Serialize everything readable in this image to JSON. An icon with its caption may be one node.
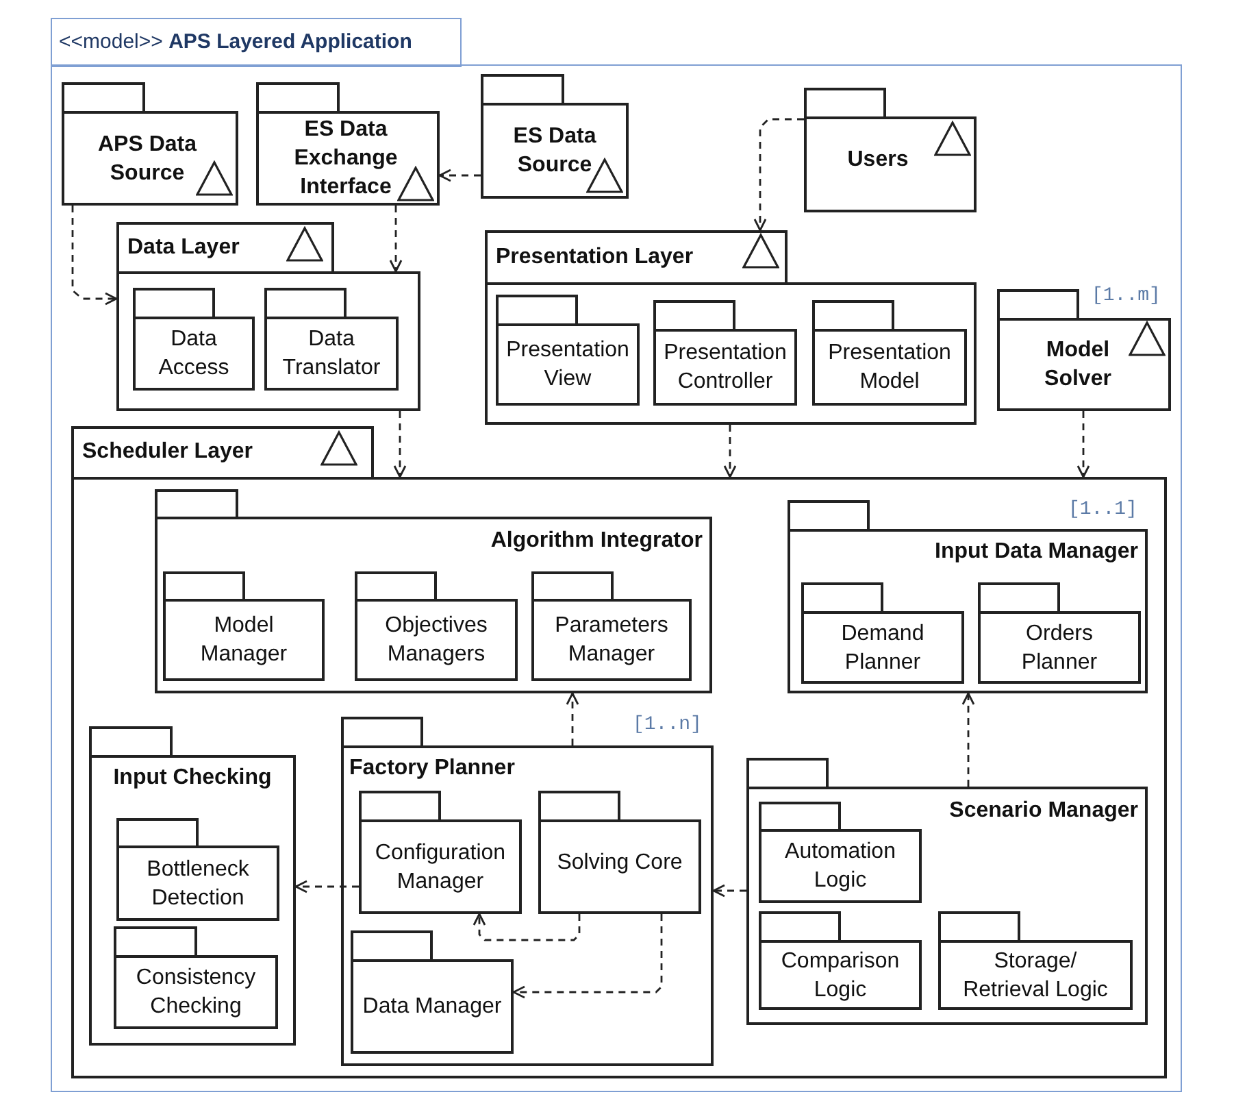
{
  "diagram": {
    "nodes": [
      {
        "text": [
          "<<model>> **APS Layered Application**"
        ]
      },
      {
        "text": [
          "APS Data Source"
        ],
        "in": 0
      },
      {
        "text": [
          "ES Data Exchange Interface"
        ],
        "in": 0
      },
      {
        "text": [
          "ES Data Source"
        ],
        "in": 0
      },
      {
        "text": [
          "Users"
        ],
        "in": 0
      },
      {
        "text": [
          "Data Layer"
        ],
        "in": 0
      },
      {
        "text": [
          "Data Access"
        ],
        "in": 5
      },
      {
        "text": [
          "Data Translator"
        ],
        "in": 5
      },
      {
        "text": [
          "Presentation Layer"
        ],
        "in": 0
      },
      {
        "text": [
          "Presentation View"
        ],
        "in": 8
      },
      {
        "text": [
          "Presentation Controller"
        ],
        "in": 8
      },
      {
        "text": [
          "Presentation Model"
        ],
        "in": 8
      },
      {
        "text": [
          "Model Solver"
        ],
        "in": 0,
        "beside": [
          "[1..m]"
        ]
      },
      {
        "text": [
          "Scheduler Layer"
        ],
        "in": 0
      },
      {
        "text": [
          "Algorithm Integrator"
        ],
        "in": 13
      },
      {
        "text": [
          "Model Manager"
        ],
        "in": 14
      },
      {
        "text": [
          "Objectives Managers"
        ],
        "in": 14
      },
      {
        "text": [
          "Parameters Manager"
        ],
        "in": 14
      },
      {
        "text": [
          "Input Data Manager"
        ],
        "in": 13,
        "beside": [
          "[1..1]"
        ]
      },
      {
        "text": [
          "Demand Planner"
        ],
        "in": 18
      },
      {
        "text": [
          "Orders Planner"
        ],
        "in": 18
      },
      {
        "text": [
          "Input Checking"
        ],
        "in": 13
      },
      {
        "text": [
          "Bottleneck Detection"
        ],
        "in": 21
      },
      {
        "text": [
          "Consistency Checking"
        ],
        "in": 21
      },
      {
        "text": [
          "Factory Planner"
        ],
        "in": 13,
        "beside": [
          "[1..n]"
        ]
      },
      {
        "text": [
          "Configuration Manager"
        ],
        "in": 24
      },
      {
        "text": [
          "Solving Core"
        ],
        "in": 24
      },
      {
        "text": [
          "Data Manager"
        ],
        "in": 24
      },
      {
        "text": [
          "Scenario Manager"
        ],
        "in": 13
      },
      {
        "text": [
          "Automation Logic"
        ],
        "in": 28
      },
      {
        "text": [
          "Comparison Logic"
        ],
        "in": 28
      },
      {
        "text": [
          "Storage/ Retrieval Logic"
        ],
        "in": 28
      }
    ],
    "edges": [
      {
        "from": 1,
        "to": 5,
        "arrow": "to",
        "style": "dashed"
      },
      {
        "from": 3,
        "to": 2,
        "arrow": "to",
        "style": "dashed"
      },
      {
        "from": 2,
        "to": 5,
        "arrow": "to",
        "style": "dashed"
      },
      {
        "from": 4,
        "to": 8,
        "arrow": "to",
        "style": "dashed"
      },
      {
        "from": 5,
        "to": 13,
        "arrow": "to",
        "style": "dashed"
      },
      {
        "from": 8,
        "to": 13,
        "arrow": "to",
        "style": "dashed"
      },
      {
        "from": 12,
        "to": 13,
        "arrow": "to",
        "style": "dashed"
      },
      {
        "from": 24,
        "to": 14,
        "arrow": "to",
        "style": "dashed"
      },
      {
        "from": 28,
        "to": 18,
        "arrow": "to",
        "style": "dashed"
      },
      {
        "from": 25,
        "to": 21,
        "arrow": "to",
        "style": "dashed"
      },
      {
        "from": 28,
        "to": 24,
        "arrow": "to",
        "style": "dashed"
      },
      {
        "from": 26,
        "to": 25,
        "arrow": "to",
        "style": "dashed"
      },
      {
        "from": 26,
        "to": 27,
        "arrow": "to",
        "style": "dashed"
      }
    ]
  }
}
